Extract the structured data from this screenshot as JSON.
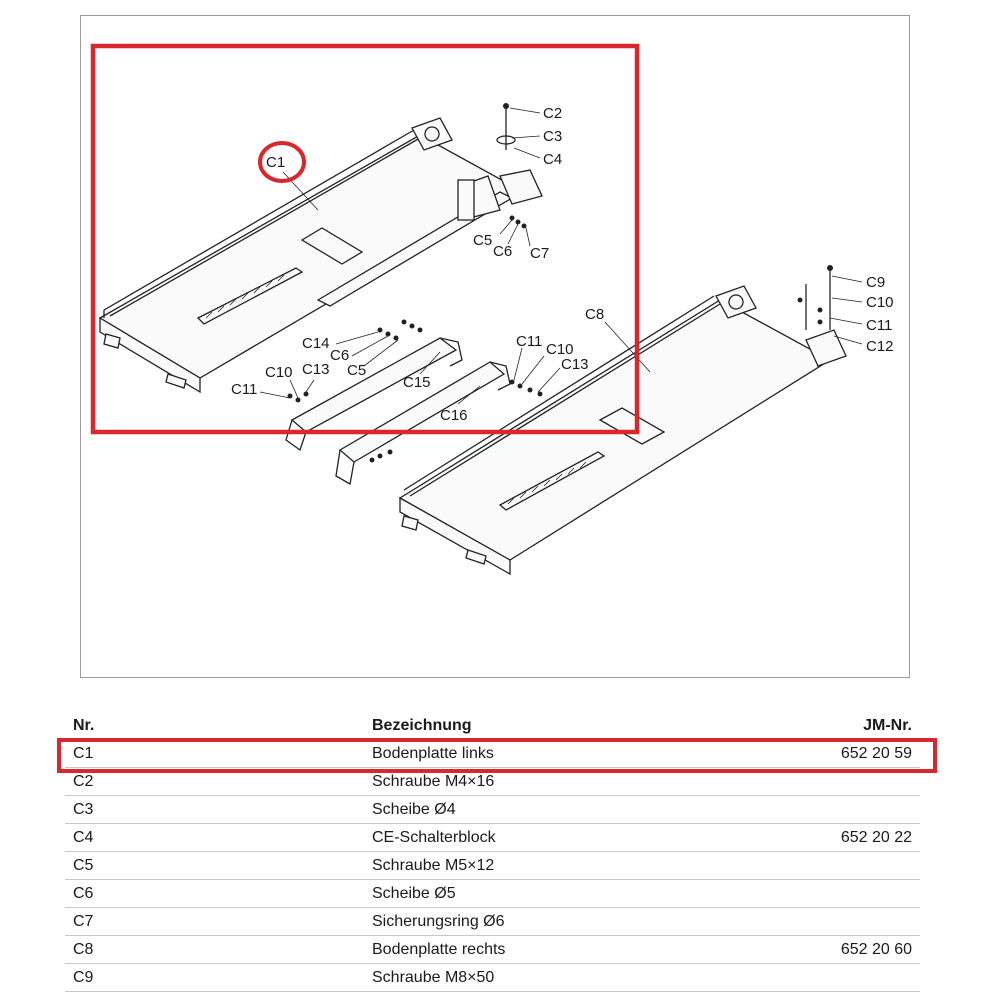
{
  "diagram": {
    "callouts": {
      "C1": "C1",
      "C2": "C2",
      "C3": "C3",
      "C4": "C4",
      "C5a": "C5",
      "C6a": "C6",
      "C7": "C7",
      "C8": "C8",
      "C9": "C9",
      "C10a": "C10",
      "C11a": "C11",
      "C12": "C12",
      "C14": "C14",
      "C6b": "C6",
      "C5b": "C5",
      "C15": "C15",
      "C11b": "C11",
      "C10b": "C10",
      "C13a": "C13",
      "C11c": "C11",
      "C10c": "C10",
      "C13b": "C13",
      "C16": "C16"
    }
  },
  "table": {
    "headers": {
      "nr": "Nr.",
      "bezeichnung": "Bezeichnung",
      "jm": "JM-Nr."
    },
    "rows": [
      {
        "nr": "C1",
        "bezeichnung": "Bodenplatte links",
        "jm": "652 20 59"
      },
      {
        "nr": "C2",
        "bezeichnung": "Schraube M4×16",
        "jm": ""
      },
      {
        "nr": "C3",
        "bezeichnung": "Scheibe Ø4",
        "jm": ""
      },
      {
        "nr": "C4",
        "bezeichnung": "CE-Schalterblock",
        "jm": "652 20 22"
      },
      {
        "nr": "C5",
        "bezeichnung": "Schraube M5×12",
        "jm": ""
      },
      {
        "nr": "C6",
        "bezeichnung": "Scheibe Ø5",
        "jm": ""
      },
      {
        "nr": "C7",
        "bezeichnung": "Sicherungsring Ø6",
        "jm": ""
      },
      {
        "nr": "C8",
        "bezeichnung": "Bodenplatte rechts",
        "jm": "652 20 60"
      },
      {
        "nr": "C9",
        "bezeichnung": "Schraube M8×50",
        "jm": ""
      }
    ]
  },
  "colors": {
    "highlight": "#d9272e",
    "line": "#222222"
  }
}
